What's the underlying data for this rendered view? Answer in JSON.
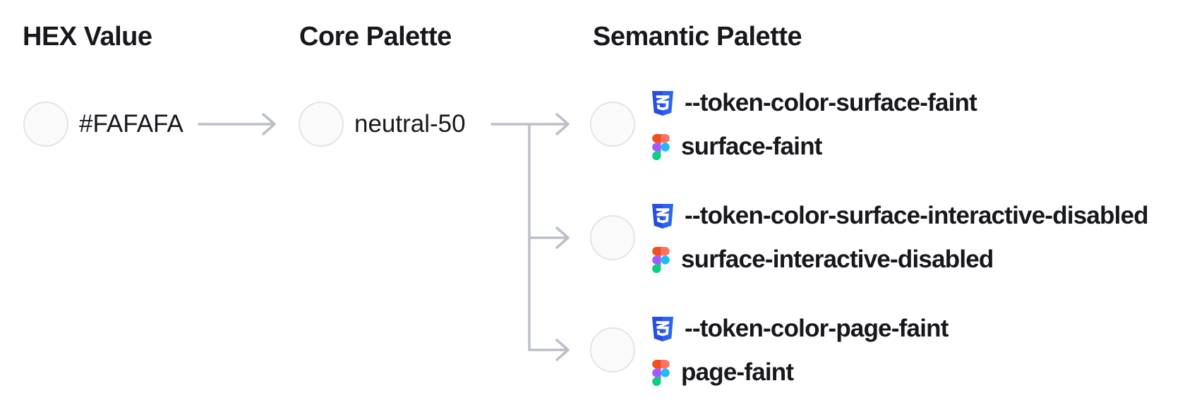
{
  "diagram": {
    "columns": {
      "hex": {
        "title": "HEX Value"
      },
      "core": {
        "title": "Core Palette"
      },
      "semantic": {
        "title": "Semantic Palette"
      }
    },
    "hex_node": {
      "label": "#FAFAFA",
      "swatch_color": "#FAFAFA"
    },
    "core_node": {
      "label": "neutral-50",
      "swatch_color": "#FAFAFA"
    },
    "semantic_tokens": [
      {
        "css_variable": "--token-color-surface-faint",
        "figma_style": "surface-faint",
        "swatch_color": "#FAFAFA"
      },
      {
        "css_variable": "--token-color-surface-interactive-disabled",
        "figma_style": "surface-interactive-disabled",
        "swatch_color": "#FAFAFA"
      },
      {
        "css_variable": "--token-color-page-faint",
        "figma_style": "page-faint",
        "swatch_color": "#FAFAFA"
      }
    ],
    "icons": {
      "css": "css3-shield-icon",
      "figma": "figma-logo-icon"
    },
    "colors": {
      "swatch_fill": "#FAFAFA",
      "swatch_border": "#E4E4E7",
      "connector": "#BBBFC7",
      "text": "#17181C",
      "css_icon_blue_dark": "#264DE4",
      "css_icon_blue_light": "#2965F1",
      "figma_red": "#F24E1E",
      "figma_salmon": "#FF7262",
      "figma_purple": "#A259FF",
      "figma_blue": "#1ABCFE",
      "figma_green": "#0ACF83"
    }
  }
}
